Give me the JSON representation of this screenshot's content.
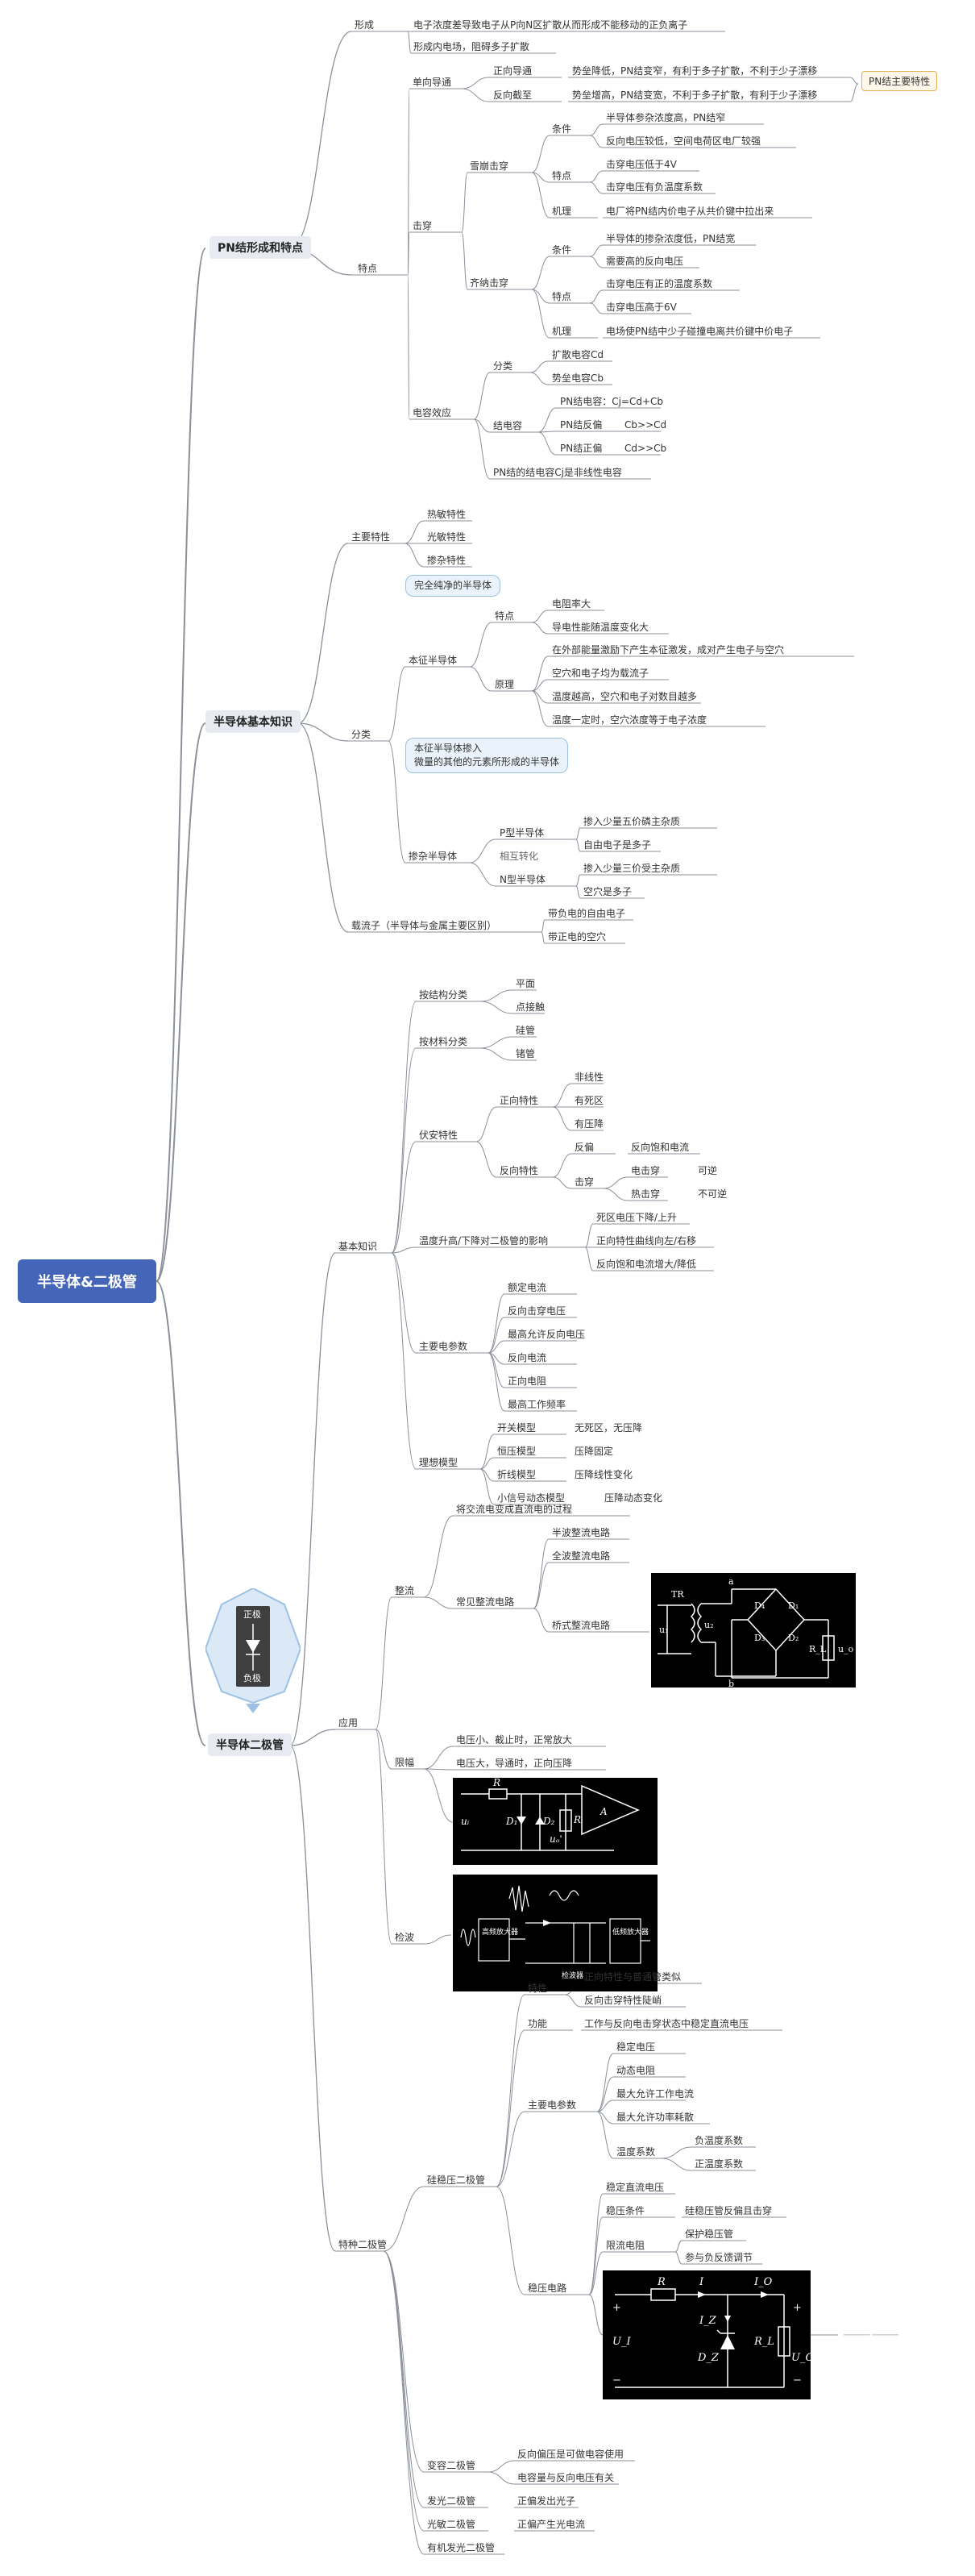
{
  "root": "半导体&二极管",
  "pn": {
    "title": "PN结形成和特点",
    "formation": "形成",
    "formation1": "电子浓度差导致电子从P向N区扩散从而形成不能移动的正负离子",
    "formation2": "形成内电场，阻碍多子扩散",
    "features": "特点",
    "unidirectional": "单向导通",
    "forward": "正向导通",
    "forward_desc": "势垒降低，PN结变窄，有利于多子扩散，不利于少子漂移",
    "reverse": "反向截至",
    "reverse_desc": "势垒增高，PN结变宽，不利于多子扩散，有利于少子漂移",
    "main_tag": "PN结主要特性",
    "breakdown": "击穿",
    "avalanche": "雪崩击穿",
    "zener": "齐纳击穿",
    "condition": "条件",
    "feature": "特点",
    "mechanism": "机理",
    "av_cond1": "半导体参杂浓度高，PN结窄",
    "av_cond2": "反向电压较低，空间电荷区电厂较强",
    "av_feat1": "击穿电压低于4V",
    "av_feat2": "击穿电压有负温度系数",
    "av_mech": "电厂将PN结内价电子从共价键中拉出来",
    "ze_cond1": "半导体的掺杂浓度低，PN结宽",
    "ze_cond2": "需要高的反向电压",
    "ze_feat1": "击穿电压有正的温度系数",
    "ze_feat2": "击穿电压高于6V",
    "ze_mech": "电场使PN结中少子碰撞电离共价键中价电子",
    "cap": "电容效应",
    "category": "分类",
    "diffusion_cap": "扩散电容Cd",
    "barrier_cap": "势垒电容Cb",
    "junction_cap": "结电容",
    "jc1": "PN结电容：Cj=Cd+Cb",
    "jc2": "PN结反偏　　 Cb>>Cd",
    "jc3": "PN结正偏　　 Cd>>Cb",
    "nonlinear": "PN结的结电容Cj是非线性电容"
  },
  "semi": {
    "title": "半导体基本知识",
    "main_props": "主要特性",
    "p1": "热敏特性",
    "p2": "光敏特性",
    "p3": "掺杂特性",
    "classification": "分类",
    "intrinsic_note": "完全纯净的半导体",
    "intrinsic": "本征半导体",
    "i_feature": "特点",
    "i_f1": "电阻率大",
    "i_f2": "导电性能随温度变化大",
    "i_principle": "原理",
    "i_p1": "在外部能量激励下产生本征激发，成对产生电子与空穴",
    "i_p2": "空穴和电子均为载流子",
    "i_p3": "温度越高，空穴和电子对数目越多",
    "i_p4": "温度一定时，空穴浓度等于电子浓度",
    "doped_note1": "本征半导体掺入",
    "doped_note2": "微量的其他的元素所形成的半导体",
    "doped": "掺杂半导体",
    "p_type": "P型半导体",
    "convert": "相互转化",
    "n_type": "N型半导体",
    "p1_t": "掺入少量五价磷主杂质",
    "p2_t": "自由电子是多子",
    "n1_t": "掺入少量三价受主杂质",
    "n2_t": "空穴是多子",
    "carrier": "载流子（半导体与金属主要区别）",
    "c1": "带负电的自由电子",
    "c2": "带正电的空穴"
  },
  "diode": {
    "title": "半导体二极管",
    "badge_top": "正极",
    "badge_bottom": "负极",
    "basics": "基本知识",
    "by_struct": "按结构分类",
    "s1": "平面",
    "s2": "点接触",
    "by_material": "按材料分类",
    "m1": "硅管",
    "m2": "锗管",
    "iv": "伏安特性",
    "fwd_prop": "正向特性",
    "f1": "非线性",
    "f2": "有死区",
    "f3": "有压降",
    "rev_prop": "反向特性",
    "rev_bias": "反偏",
    "rev_bias_desc": "反向饱和电流",
    "bd": "击穿",
    "electric": "电击穿",
    "recoverable": "可逆",
    "thermal": "热击穿",
    "irreversible": "不可逆",
    "temp": "温度升高/下降对二极管的影响",
    "t1": "死区电压下降/上升",
    "t2": "正向特性曲线向左/右移",
    "t3": "反向饱和电流增大/降低",
    "params": "主要电参数",
    "pa1": "额定电流",
    "pa2": "反向击穿电压",
    "pa3": "最高允许反向电压",
    "pa4": "反向电流",
    "pa5": "正向电阻",
    "pa6": "最高工作频率",
    "models": "理想模型",
    "mo1": "开关模型",
    "mo1d": "无死区，无压降",
    "mo2": "恒压模型",
    "mo2d": "压降固定",
    "mo3": "折线模型",
    "mo3d": "压降线性变化",
    "mo4": "小信号动态模型",
    "mo4d": "压降动态变化",
    "apps": "应用",
    "rect": "整流",
    "rect_def": "将交流电变成直流电的过程",
    "rect_circ": "常见整流电路",
    "rc1": "半波整流电路",
    "rc2": "全波整流电路",
    "rc3": "桥式整流电路",
    "limit": "限幅",
    "l1": "电压小、截止时，正常放大",
    "l2": "电压大，导通时，正向压降",
    "detect": "检波",
    "special": "特种二极管",
    "zener": "硅稳压二极管",
    "z_char": "特性",
    "z_c1": "正向特性与普通管类似",
    "z_c2": "反向击穿特性陡峭",
    "z_func": "功能",
    "z_func_d": "工作与反向电击穿状态中稳定直流电压",
    "z_params": "主要电参数",
    "zp1": "稳定电压",
    "zp2": "动态电阻",
    "zp3": "最大允许工作电流",
    "zp4": "最大允许功率耗散",
    "zp5": "温度系数",
    "zp5a": "负温度系数",
    "zp5b": "正温度系数",
    "z_circ": "稳压电路",
    "zc1": "稳定直流电压",
    "zc2": "稳压条件",
    "zc2d": "硅稳压管反偏且击穿",
    "zc3": "限流电阻",
    "zc3a": "保护稳压管",
    "zc3b": "参与负反馈调节",
    "varactor": "变容二极管",
    "va1": "反向偏压是可做电容使用",
    "va2": "电容量与反向电压有关",
    "led": "发光二极管",
    "led_d": "正偏发出光子",
    "photo": "光敏二极管",
    "photo_d": "正偏产生光电流",
    "oled": "有机发光二极管"
  },
  "bridge": {
    "tr": "TR",
    "a": "a",
    "b": "b",
    "u1": "u₁",
    "u2": "u₂",
    "d1": "D₁",
    "d2": "D₂",
    "d3": "D₃",
    "d4": "D₄",
    "rl": "R_L",
    "uo": "u_o"
  },
  "limiter": {
    "r": "R",
    "ui": "uᵢ",
    "d1": "D₁",
    "d2": "D₂",
    "uo": "uₒ'",
    "rl": "Rᵢ",
    "a": "A"
  },
  "detector": {
    "amp": "高频放大器",
    "demod": "低频放大器",
    "hp": "检波器"
  },
  "stab": {
    "r": "R",
    "i": "I",
    "io": "I_O",
    "iz": "I_Z",
    "ui": "U_I",
    "dz": "D_Z",
    "rl": "R_L",
    "uo": "U_O"
  },
  "faint": {
    "l1": "────── ──────",
    "l2": ""
  }
}
